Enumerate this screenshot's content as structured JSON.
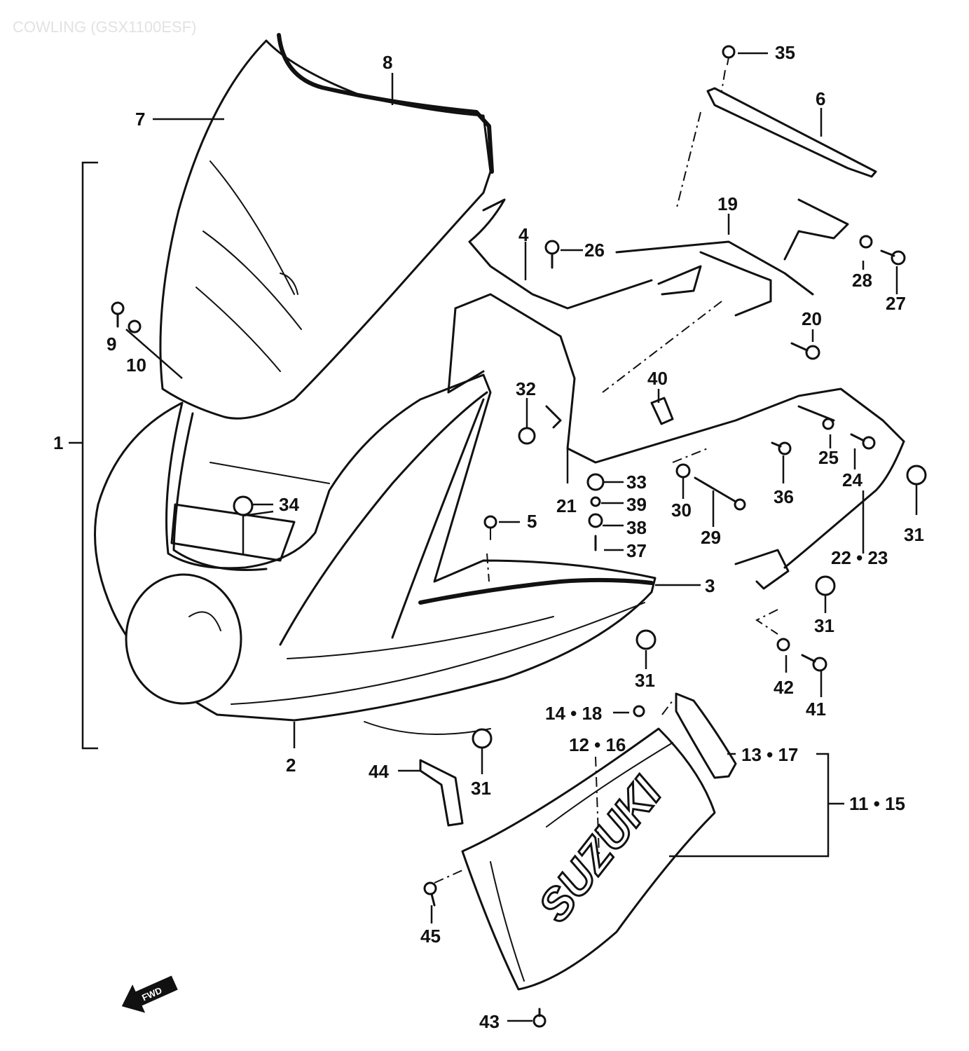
{
  "title": "COWLING (GSX1100ESF)",
  "brand_text": "SUZUKI",
  "fwd_text": "FWD",
  "colors": {
    "line": "#111111",
    "background": "#ffffff",
    "title": "#e2e2e2"
  },
  "callouts": {
    "c1": "1",
    "c2": "2",
    "c3": "3",
    "c4": "4",
    "c5": "5",
    "c6": "6",
    "c7": "7",
    "c8": "8",
    "c9": "9",
    "c10": "10",
    "c11_15": "11 • 15",
    "c12_16": "12 • 16",
    "c13_17": "13 • 17",
    "c14_18": "14 • 18",
    "c19": "19",
    "c20": "20",
    "c21": "21",
    "c22_23": "22 • 23",
    "c24": "24",
    "c25": "25",
    "c26": "26",
    "c27": "27",
    "c28": "28",
    "c29": "29",
    "c30": "30",
    "c31a": "31",
    "c31b": "31",
    "c31c": "31",
    "c31d": "31",
    "c32": "32",
    "c33": "33",
    "c34": "34",
    "c35": "35",
    "c36": "36",
    "c37": "37",
    "c38": "38",
    "c39": "39",
    "c40": "40",
    "c41": "41",
    "c42": "42",
    "c43": "43",
    "c44": "44",
    "c45": "45"
  }
}
